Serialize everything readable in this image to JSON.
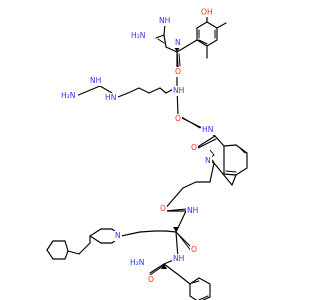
{
  "colors": {
    "bond": "#000000",
    "nitrogen": "#3333ff",
    "oxygen": "#ff2a1a",
    "background": "#ffffff"
  },
  "atoms": {
    "phenol_oh": {
      "text": "OH",
      "element": "O"
    },
    "guan1_nh": {
      "text": "NH",
      "element": "N"
    },
    "guan1_h2n": {
      "text": "H₂N",
      "element": "N"
    },
    "guan1_n": {
      "text": "N",
      "element": "N"
    },
    "carbonyl1_o": {
      "text": "O",
      "element": "O"
    },
    "amide1_nh": {
      "text": "NH",
      "element": "N"
    },
    "guan2_nh": {
      "text": "NH",
      "element": "N"
    },
    "guan2_h2n": {
      "text": "H₂N",
      "element": "N"
    },
    "guan2_hn": {
      "text": "HN",
      "element": "N"
    },
    "carbonyl2_o": {
      "text": "O",
      "element": "O"
    },
    "amide2_hn": {
      "text": "HN",
      "element": "N"
    },
    "lactam_o": {
      "text": "O",
      "element": "O"
    },
    "lactam_n": {
      "text": "N",
      "element": "N"
    },
    "carbonyl3_o": {
      "text": "O",
      "element": "O"
    },
    "amide3_nh": {
      "text": "NH",
      "element": "N"
    },
    "piperidine_n": {
      "text": "N",
      "element": "N"
    },
    "carbonyl4_o": {
      "text": "O",
      "element": "O"
    },
    "amide4_nh": {
      "text": "NH",
      "element": "N"
    },
    "terminal_h2n": {
      "text": "H₂N",
      "element": "N"
    },
    "terminal_o": {
      "text": "O",
      "element": "O"
    }
  }
}
